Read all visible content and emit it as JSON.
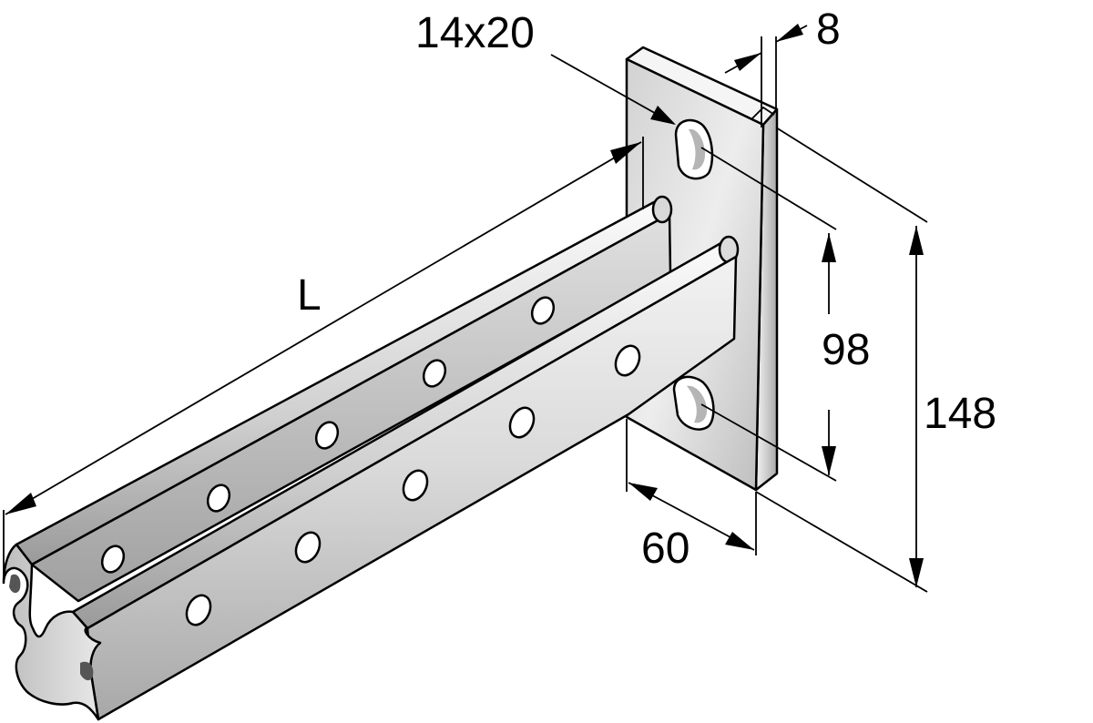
{
  "dimensions": {
    "slot": "14x20",
    "plate_thickness": "8",
    "length": "L",
    "hole_spacing": "98",
    "plate_height": "148",
    "plate_width": "60"
  },
  "colors": {
    "steel_light": "#e6e6e6",
    "steel_mid": "#c9c9c9",
    "steel_dark": "#8f8f8f",
    "line": "#000000",
    "background": "#ffffff"
  }
}
